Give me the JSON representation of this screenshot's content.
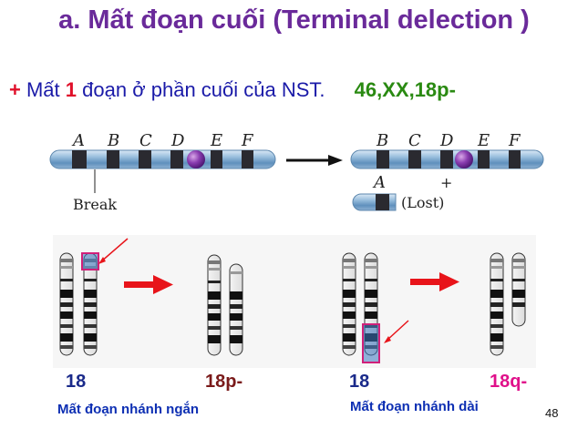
{
  "title": "a. Mất đoạn cuối (Terminal delection )",
  "statement": {
    "plus": "+",
    "prefix": "Mất ",
    "count": "1",
    "suffix": " đoạn ở phần cuối của NST.",
    "karyotype": "46,XX,18p-"
  },
  "top_diagram": {
    "left_bands": [
      "A",
      "B",
      "C",
      "D",
      "E",
      "F"
    ],
    "break_label": "Break",
    "right_bands": [
      "B",
      "C",
      "D",
      "E",
      "F"
    ],
    "lost_band": "A",
    "plus_sign": "+",
    "lost_label": "(Lost)"
  },
  "karyotype_groups": [
    {
      "left_label": "18",
      "right_label": "18p-",
      "caption": "Mất đoạn nhánh ngắn"
    },
    {
      "left_label": "18",
      "right_label": "18q-",
      "caption": "Mất đoạn nhánh dài"
    }
  ],
  "colors": {
    "title": "#6a2a9a",
    "label_18": "#1a2a8a",
    "label_18p": "#7a1a1a",
    "label_18q": "#e0108a",
    "highlight": "#d0207a",
    "arrow": "#e8141a"
  },
  "page_number": "48"
}
